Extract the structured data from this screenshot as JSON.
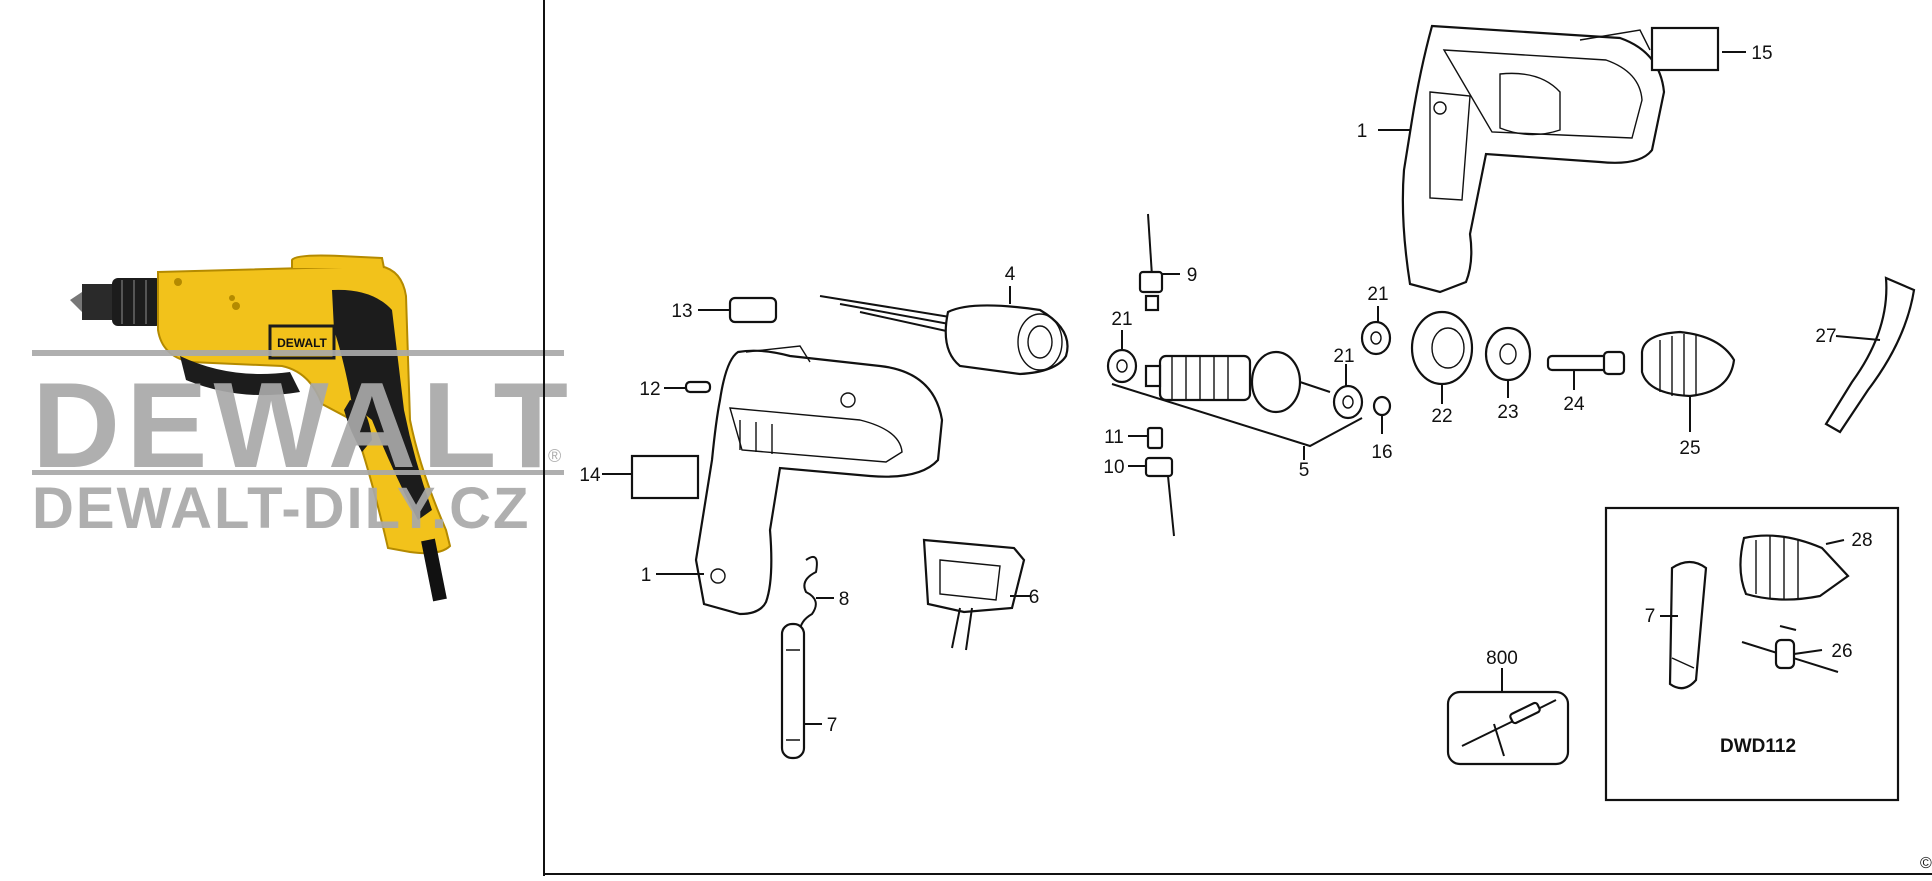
{
  "watermark": {
    "brand": "DEWALT",
    "site": "DEWALT-DILY.CZ",
    "registered": "®"
  },
  "product_photo": {
    "badge": "DEWALT"
  },
  "copyright": "©",
  "model_box": {
    "model": "DWD112"
  },
  "colors": {
    "tool_yellow": "#f2c21b",
    "tool_black": "#1c1c1c",
    "watermark_gray": "#a9a9a9",
    "line": "#111111"
  },
  "parts": [
    {
      "id": "part-1-upper",
      "label": "1"
    },
    {
      "id": "part-15",
      "label": "15"
    },
    {
      "id": "part-4",
      "label": "4"
    },
    {
      "id": "part-9",
      "label": "9"
    },
    {
      "id": "part-13",
      "label": "13"
    },
    {
      "id": "part-21-a",
      "label": "21"
    },
    {
      "id": "part-21-b",
      "label": "21"
    },
    {
      "id": "part-21-c",
      "label": "21"
    },
    {
      "id": "part-27",
      "label": "27"
    },
    {
      "id": "part-12",
      "label": "12"
    },
    {
      "id": "part-22",
      "label": "22"
    },
    {
      "id": "part-23",
      "label": "23"
    },
    {
      "id": "part-24",
      "label": "24"
    },
    {
      "id": "part-25",
      "label": "25"
    },
    {
      "id": "part-16",
      "label": "16"
    },
    {
      "id": "part-11",
      "label": "11"
    },
    {
      "id": "part-5",
      "label": "5"
    },
    {
      "id": "part-14",
      "label": "14"
    },
    {
      "id": "part-10",
      "label": "10"
    },
    {
      "id": "part-1-lower",
      "label": "1"
    },
    {
      "id": "part-8",
      "label": "8"
    },
    {
      "id": "part-6",
      "label": "6"
    },
    {
      "id": "part-7-handle",
      "label": "7"
    },
    {
      "id": "part-800",
      "label": "800"
    },
    {
      "id": "part-28",
      "label": "28"
    },
    {
      "id": "part-7-box",
      "label": "7"
    },
    {
      "id": "part-26",
      "label": "26"
    }
  ]
}
